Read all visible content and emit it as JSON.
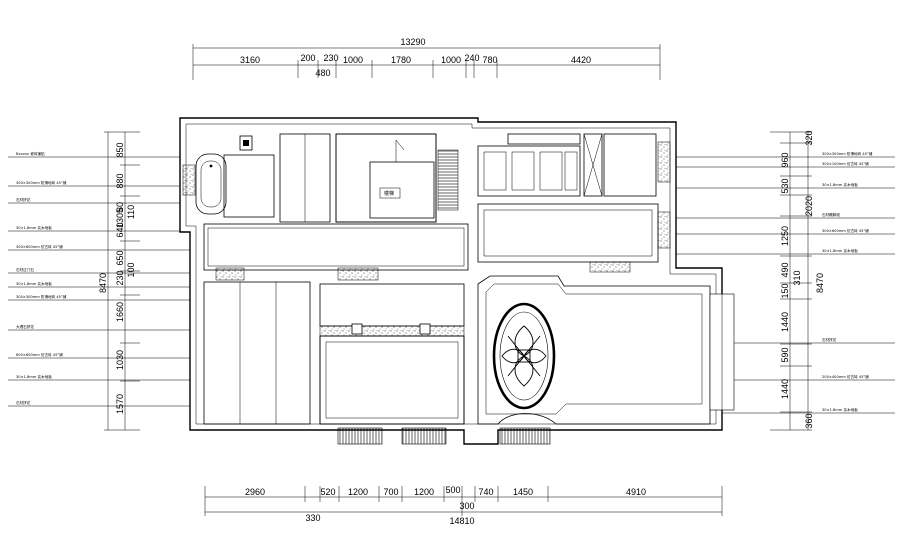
{
  "dims": {
    "top_total": "13290",
    "top_segments": [
      "3160",
      "200",
      "230",
      "1000",
      "1780",
      "1000",
      "240",
      "780",
      "4420"
    ],
    "top_sub": "480",
    "bottom_segments": [
      "2960",
      "520",
      "1200",
      "700",
      "1200",
      "500",
      "740",
      "1450",
      "4910"
    ],
    "bottom_sub_a": "330",
    "bottom_sub_b": "300",
    "bottom_total": "14810",
    "left_segments": [
      "850",
      "880",
      "1305",
      "80",
      "640",
      "110",
      "650",
      "230",
      "100",
      "1660",
      "1030",
      "1570"
    ],
    "left_total": "8470",
    "right_segments": [
      "320",
      "960",
      "530",
      "2020",
      "1250",
      "490",
      "150",
      "310",
      "1440",
      "590",
      "1440",
      "360"
    ],
    "right_total": "8470"
  },
  "notes": {
    "left": [
      "Bxxxxx 瓷砖铺贴",
      "300×300mm 防滑地砖 45°铺",
      "石材拼花",
      "30×1.8mm 实木地板",
      "300×600mm 仿古砖 45°铺",
      "石材过门石",
      "30×1.8mm 实木地板",
      "300×300mm 防滑地砖 45°铺",
      "大理石拼花",
      "600×600mm 仿古砖 45°铺",
      "30×1.8mm 实木地板",
      "石材拼花"
    ],
    "right": [
      "300×300mm 防滑地砖 45°铺",
      "300×100mm 仿古砖 45°铺",
      "30×1.8mm 实木地板",
      "石材踢脚线",
      "300×600mm 仿古砖 45°铺",
      "30×1.8mm 实木地板",
      "石材拼花",
      "200×400mm 仿古砖 45°铺",
      "30×1.8mm 实木地板"
    ]
  },
  "plan": {
    "stair_label": "楼梯"
  }
}
